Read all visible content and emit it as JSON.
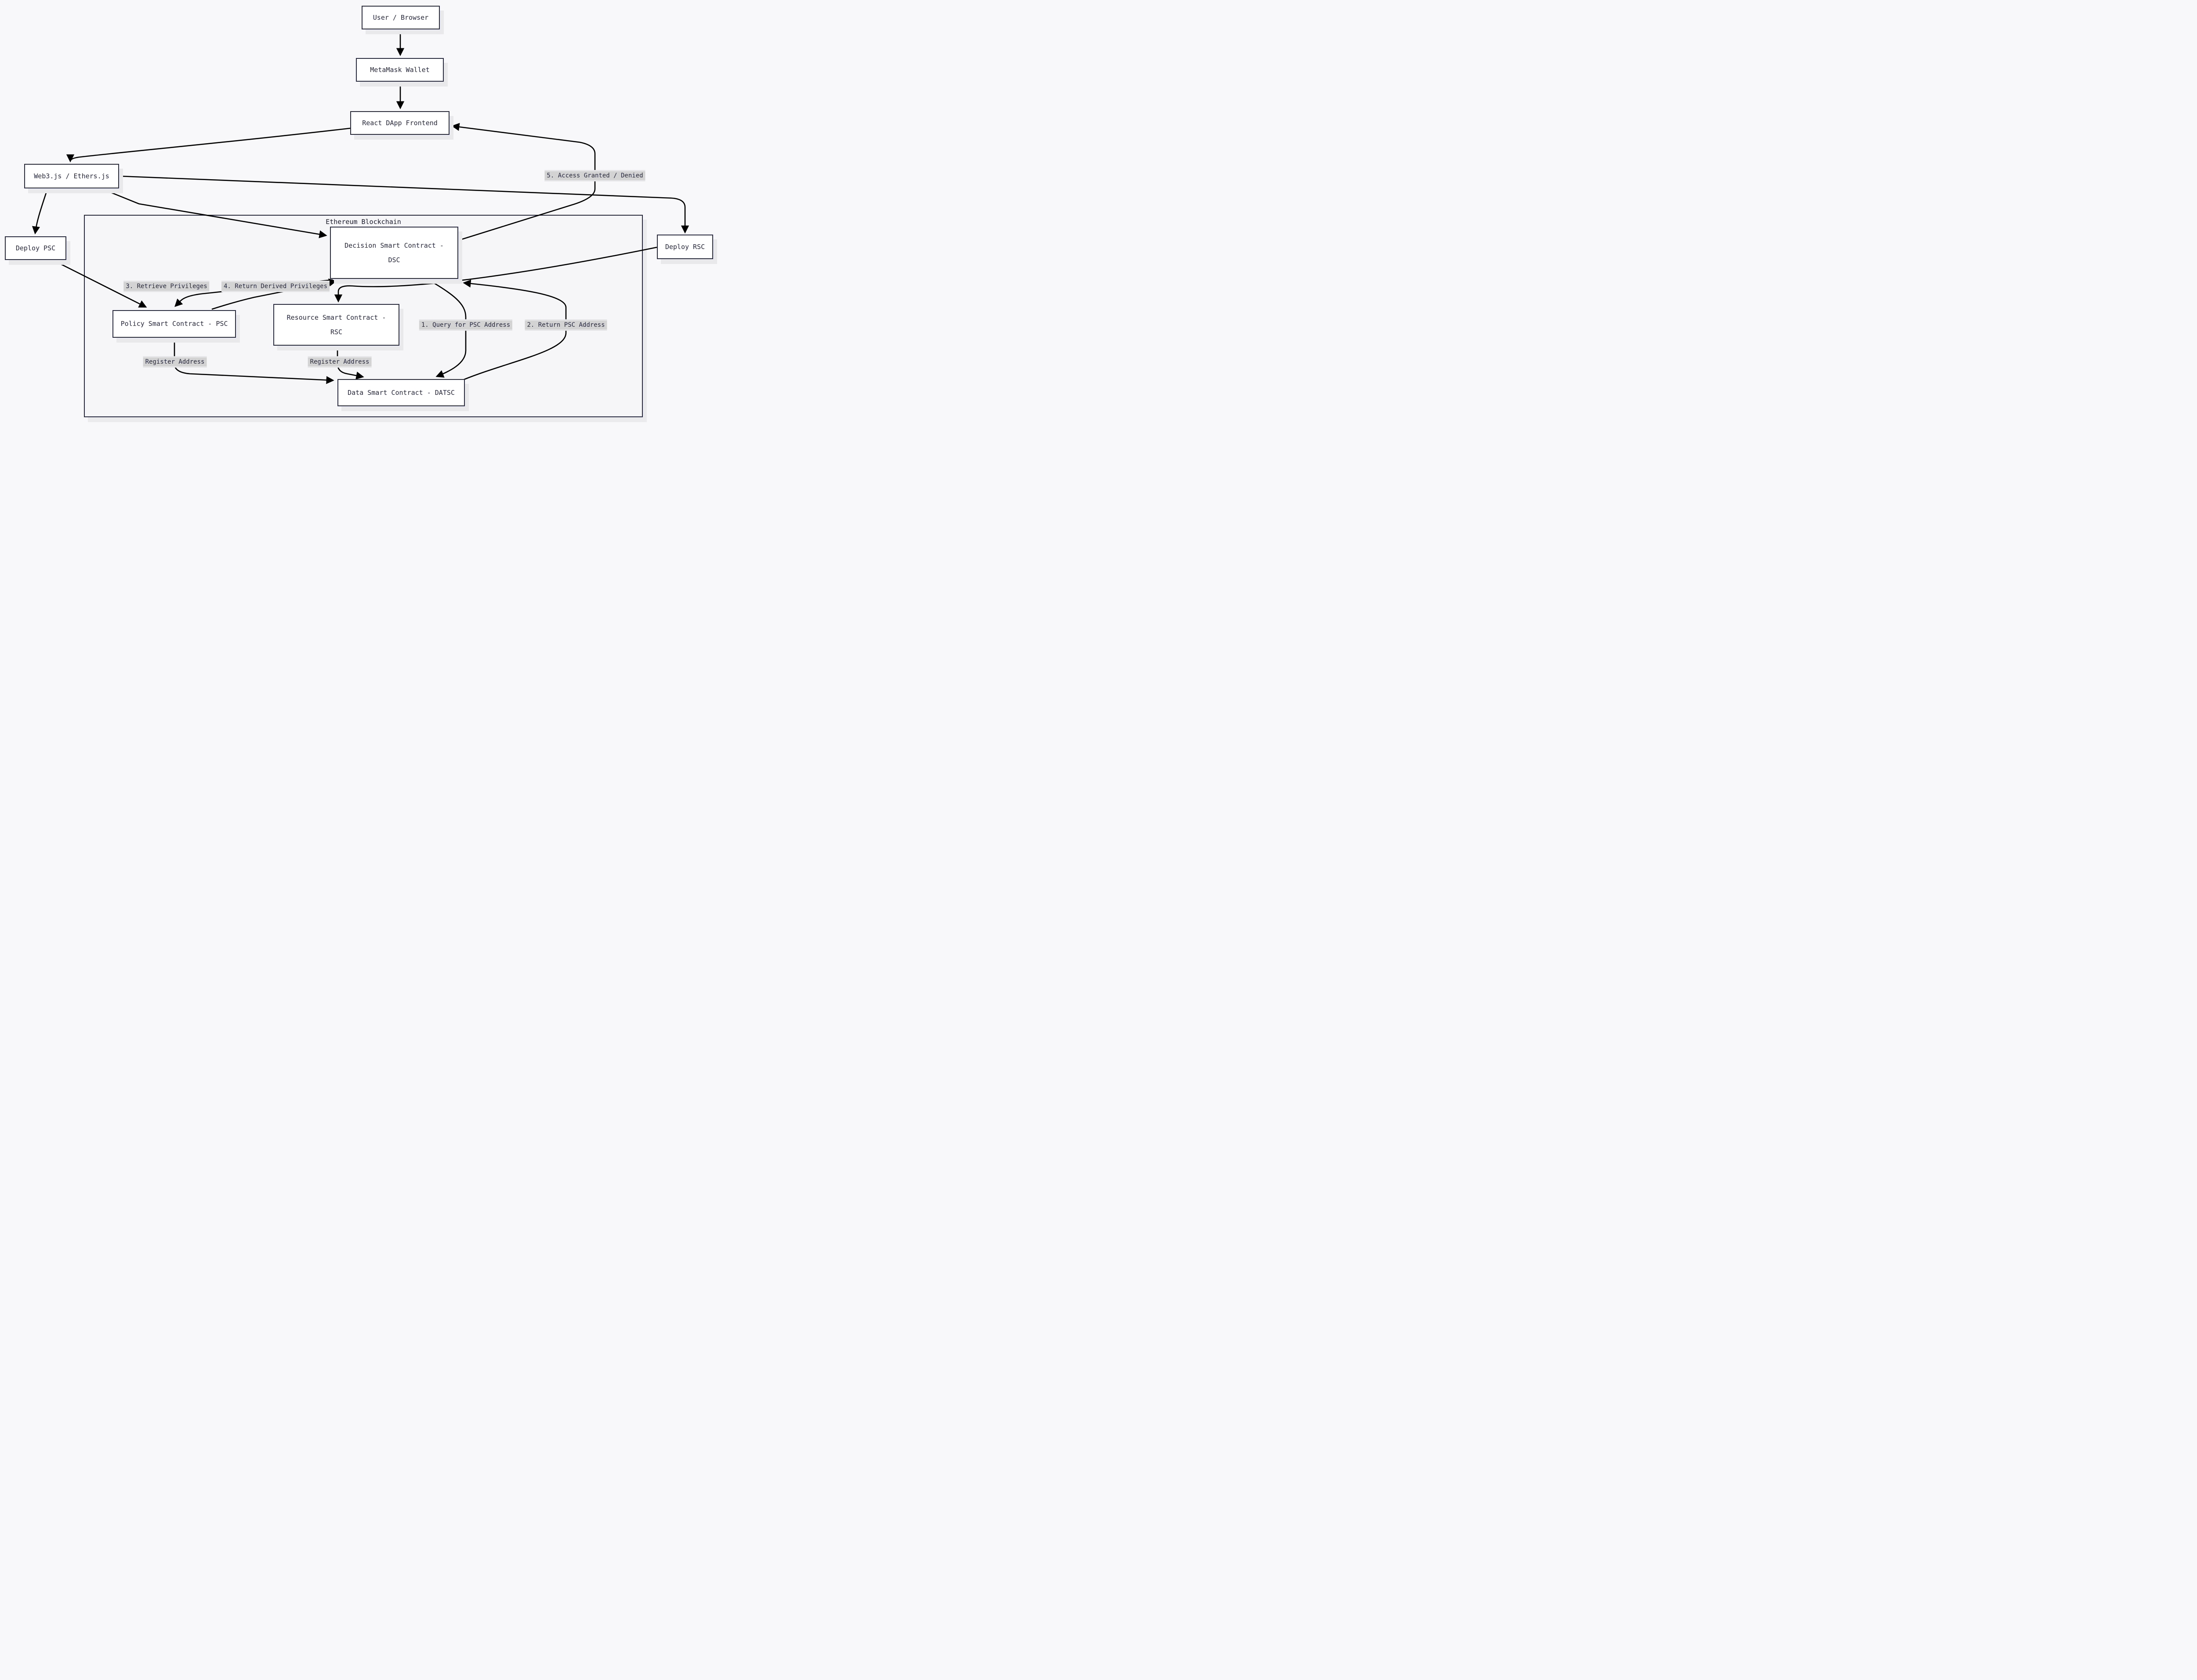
{
  "diagram": {
    "title": "Ethereum Blockchain DApp access-control flowchart",
    "colors": {
      "background": "#f8f8fa",
      "node_fill": "#ffffff",
      "node_border": "#2b2d42",
      "node_text": "#26283d",
      "edge_line": "#000000",
      "edge_label_bg": "#d3d3d3",
      "shadow": "#e9e9ec"
    },
    "container": {
      "title": "Ethereum Blockchain"
    },
    "nodes": {
      "user_browser": {
        "label": "User / Browser"
      },
      "metamask": {
        "label": "MetaMask Wallet"
      },
      "react": {
        "label": "React DApp Frontend"
      },
      "web3": {
        "label": "Web3.js / Ethers.js"
      },
      "deploy_psc": {
        "label": "Deploy PSC"
      },
      "deploy_rsc": {
        "label": "Deploy RSC"
      },
      "dsc": {
        "label": "Decision Smart Contract -\nDSC"
      },
      "psc": {
        "label": "Policy Smart Contract - PSC"
      },
      "rsc": {
        "label": "Resource Smart Contract -\nRSC"
      },
      "datsc": {
        "label": "Data Smart Contract - DATSC"
      }
    },
    "edge_labels": {
      "step1": "1. Query for PSC Address",
      "step2": "2. Return PSC Address",
      "step3": "3. Retrieve Privileges",
      "step4": "4. Return Derived Privileges",
      "step5": "5. Access Granted / Denied",
      "register_left": "Register Address",
      "register_right": "Register Address"
    }
  }
}
